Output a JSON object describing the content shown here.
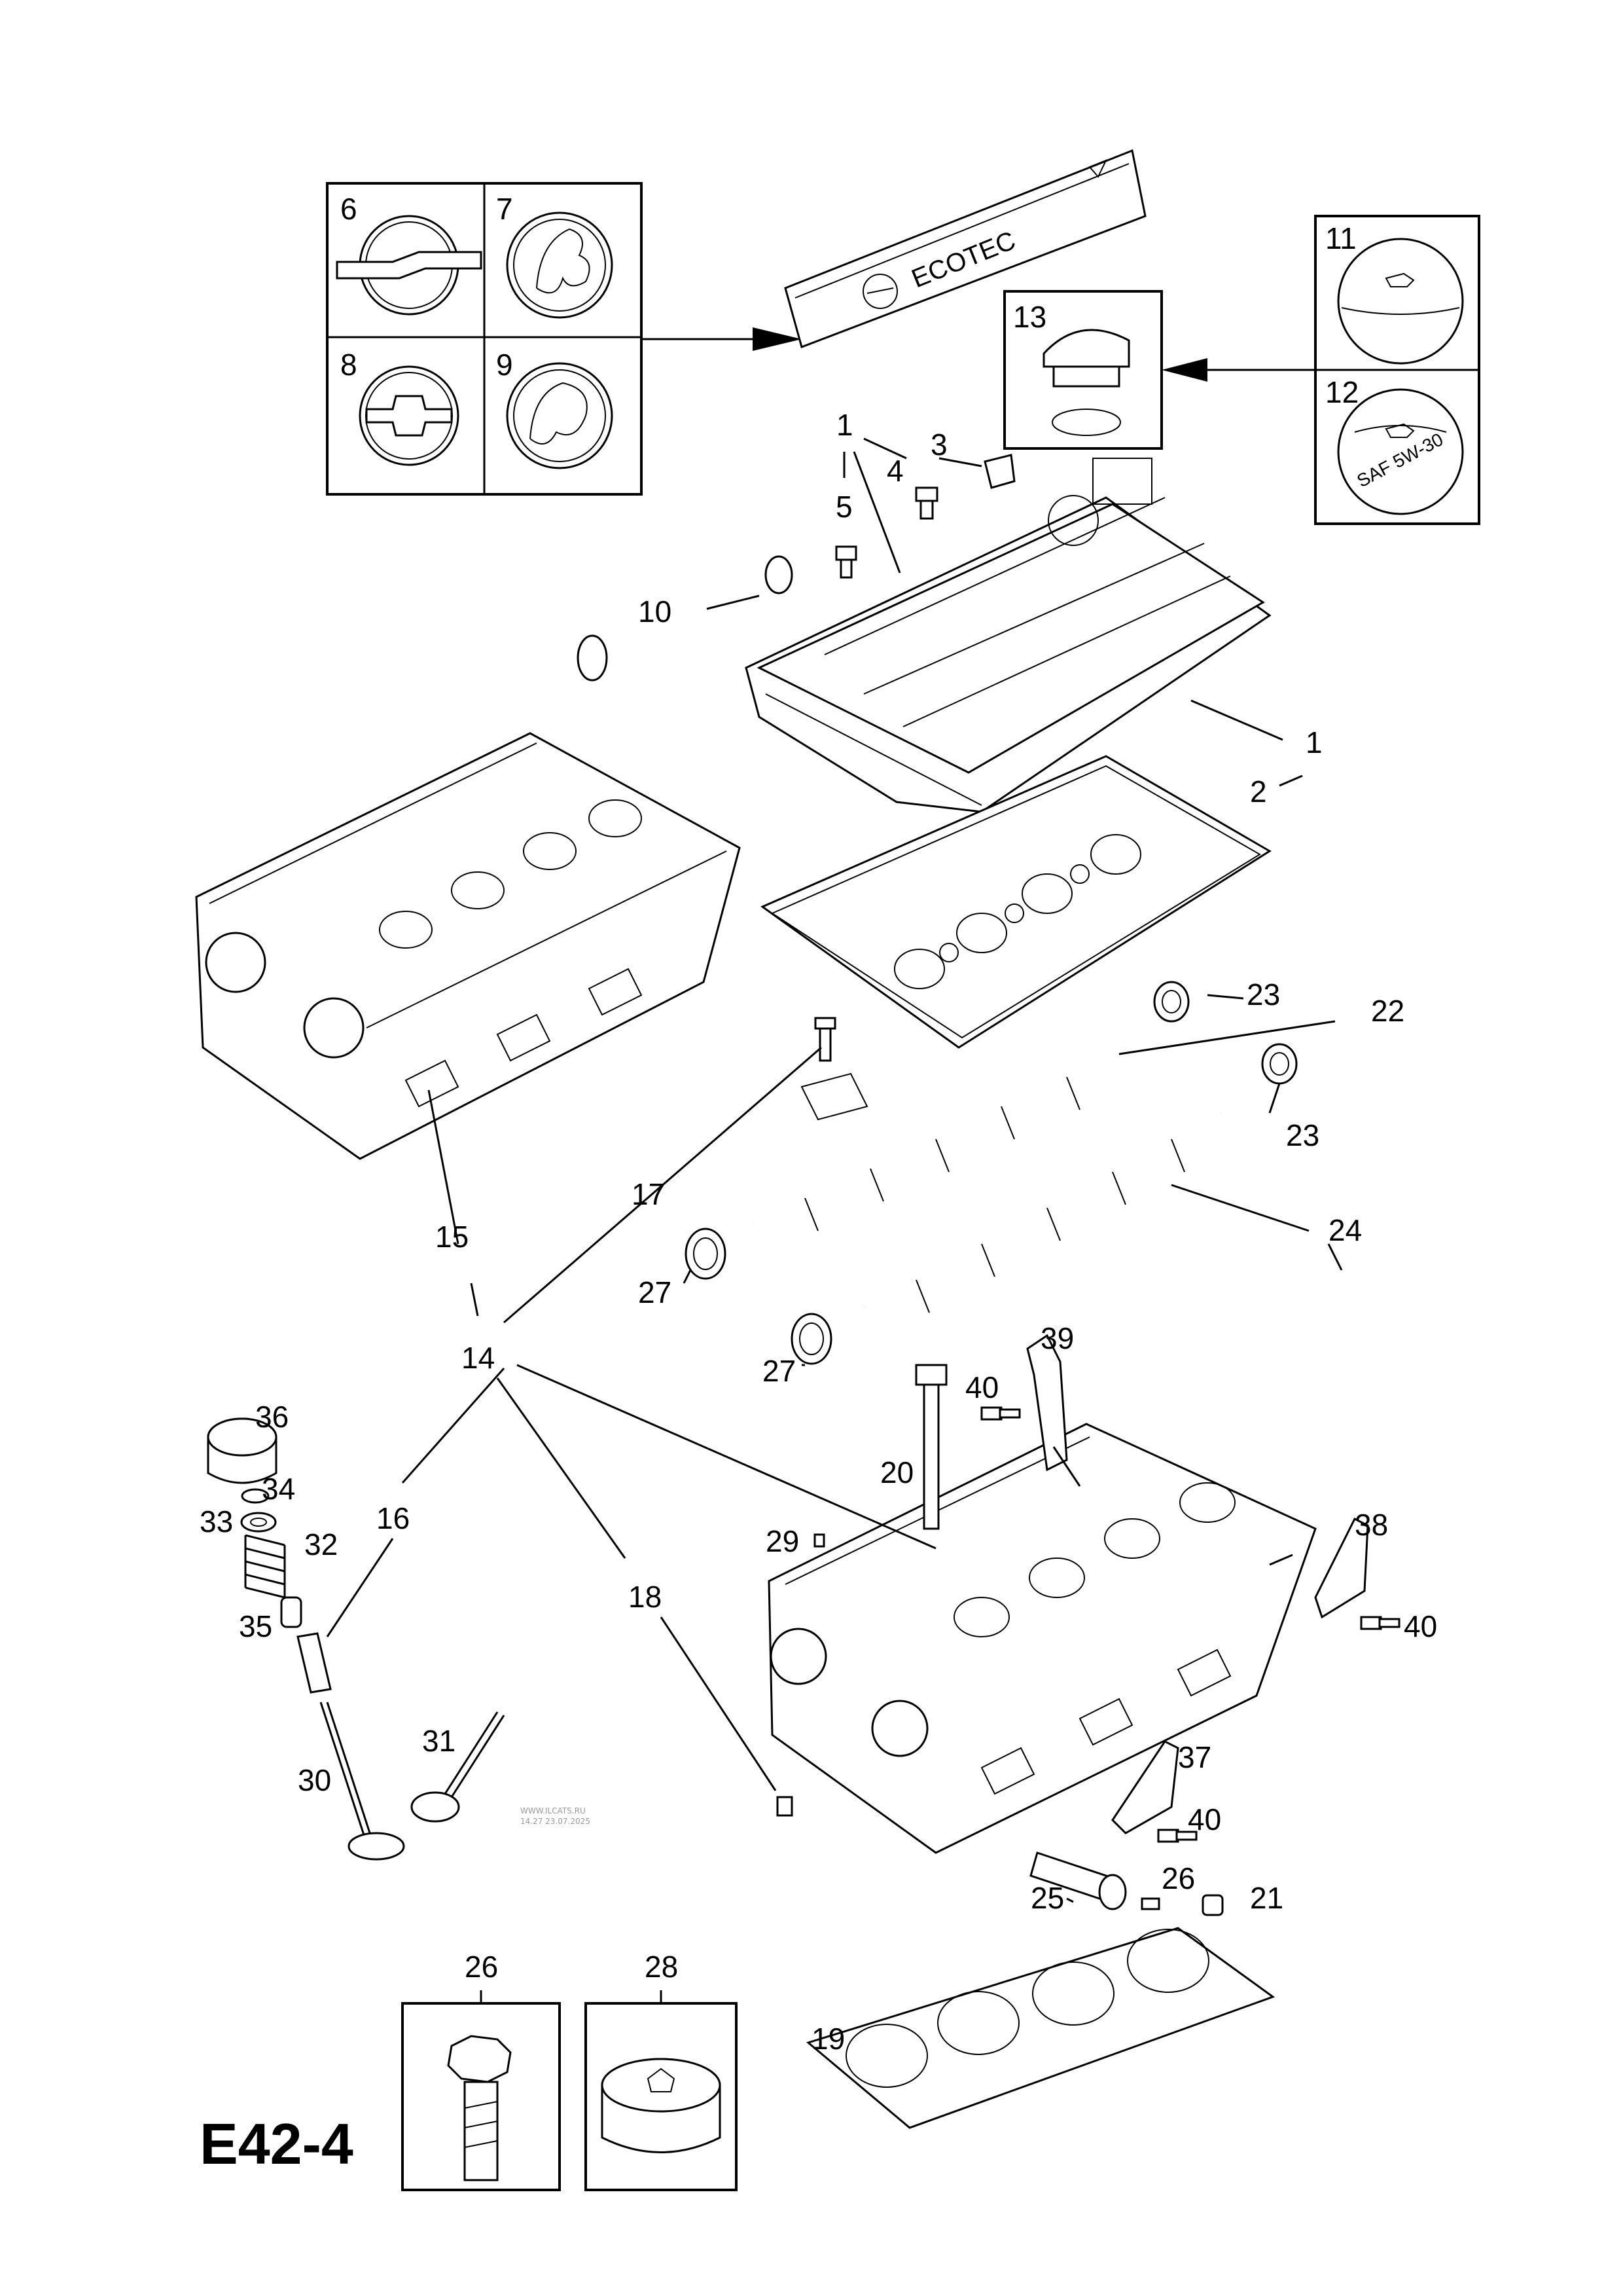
{
  "diagram": {
    "code": "E42-4",
    "cover_text": "ECOTEC",
    "oil_cap_text": "SAF 5W-30",
    "watermark": [
      "WWW.ILCATS.RU",
      "14.27 23.07.2025"
    ],
    "labels": {
      "c1a": "1",
      "c1b": "1",
      "c2": "2",
      "c3": "3",
      "c4": "4",
      "c5": "5",
      "c6": "6",
      "c7": "7",
      "c8": "8",
      "c9": "9",
      "c10": "10",
      "c11": "11",
      "c12": "12",
      "c13": "13",
      "c14": "14",
      "c15": "15",
      "c16": "16",
      "c17": "17",
      "c18": "18",
      "c19": "19",
      "c20": "20",
      "c21": "21",
      "c22": "22",
      "c23a": "23",
      "c23b": "23",
      "c24": "24",
      "c25": "25",
      "c26a": "26",
      "c26b": "26",
      "c27a": "27",
      "c27b": "27",
      "c28": "28",
      "c29": "29",
      "c30": "30",
      "c31": "31",
      "c32": "32",
      "c33": "33",
      "c34": "34",
      "c35": "35",
      "c36": "36",
      "c37": "37",
      "c38": "38",
      "c39": "39",
      "c40a": "40",
      "c40b": "40",
      "c40c": "40"
    }
  }
}
